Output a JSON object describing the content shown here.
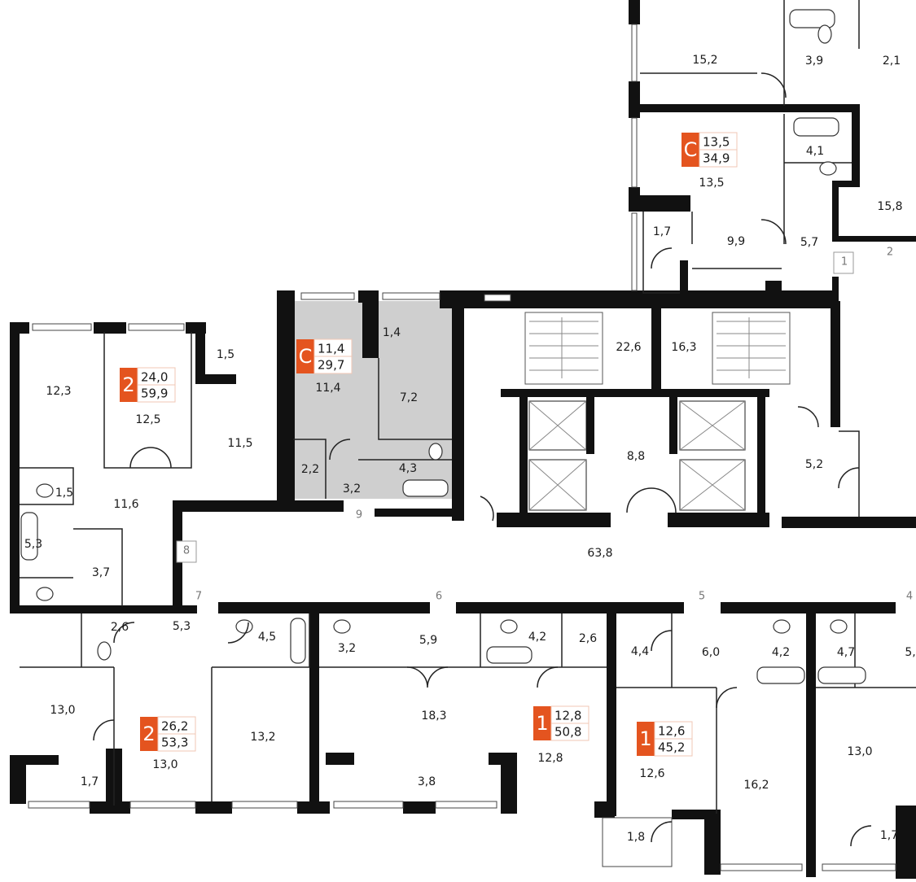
{
  "accent": "#e4541f",
  "rooms": [
    {
      "label": "15,2"
    },
    {
      "label": "3,9"
    },
    {
      "label": "2,1"
    },
    {
      "label": "4,1"
    },
    {
      "label": "13,5"
    },
    {
      "label": "15,8"
    },
    {
      "label": "1,7"
    },
    {
      "label": "9,9"
    },
    {
      "label": "5,7"
    },
    {
      "label": "1,4"
    },
    {
      "label": "11,4"
    },
    {
      "label": "7,2"
    },
    {
      "label": "1,5"
    },
    {
      "label": "12,3"
    },
    {
      "label": "12,5"
    },
    {
      "label": "11,5"
    },
    {
      "label": "22,6"
    },
    {
      "label": "16,3"
    },
    {
      "label": "8,8"
    },
    {
      "label": "5,2"
    },
    {
      "label": "2,2"
    },
    {
      "label": "3,2"
    },
    {
      "label": "4,3"
    },
    {
      "label": "1,5"
    },
    {
      "label": "11,6"
    },
    {
      "label": "5,3"
    },
    {
      "label": "3,7"
    },
    {
      "label": "63,8"
    },
    {
      "label": "2,6"
    },
    {
      "label": "5,3"
    },
    {
      "label": "4,5"
    },
    {
      "label": "3,2"
    },
    {
      "label": "5,9"
    },
    {
      "label": "4,2"
    },
    {
      "label": "2,6"
    },
    {
      "label": "4,4"
    },
    {
      "label": "6,0"
    },
    {
      "label": "4,2"
    },
    {
      "label": "4,7"
    },
    {
      "label": "5,"
    },
    {
      "label": "13,0"
    },
    {
      "label": "18,3"
    },
    {
      "label": "13,2"
    },
    {
      "label": "13,0"
    },
    {
      "label": "12,8"
    },
    {
      "label": "12,6"
    },
    {
      "label": "16,2"
    },
    {
      "label": "13,0"
    },
    {
      "label": "1,7"
    },
    {
      "label": "3,8"
    },
    {
      "label": "1,8"
    },
    {
      "label": "1,7"
    }
  ],
  "doors": [
    {
      "label": "1"
    },
    {
      "label": "2"
    },
    {
      "label": "9"
    },
    {
      "label": "8"
    },
    {
      "label": "7"
    },
    {
      "label": "6"
    },
    {
      "label": "5"
    },
    {
      "label": "4"
    }
  ],
  "badges": [
    {
      "type": "C",
      "living": "13,5",
      "total": "34,9"
    },
    {
      "type": "C",
      "living": "11,4",
      "total": "29,7"
    },
    {
      "type": "2",
      "living": "24,0",
      "total": "59,9"
    },
    {
      "type": "2",
      "living": "26,2",
      "total": "53,3"
    },
    {
      "type": "1",
      "living": "12,8",
      "total": "50,8"
    },
    {
      "type": "1",
      "living": "12,6",
      "total": "45,2"
    }
  ]
}
